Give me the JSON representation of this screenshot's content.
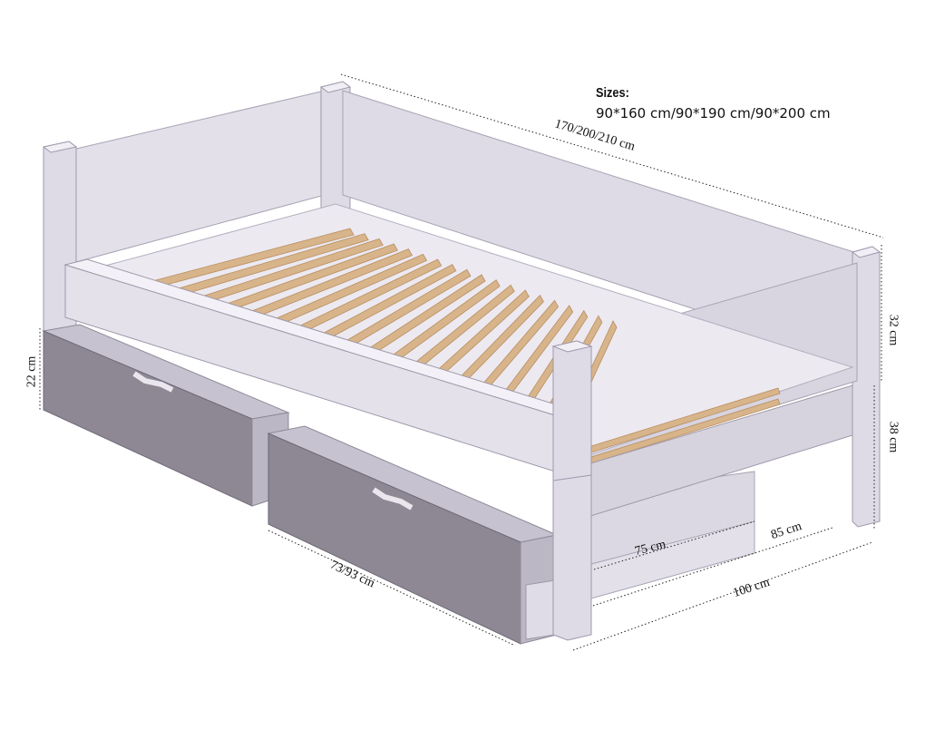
{
  "sizes": {
    "title": "Sizes:",
    "values": "90*160 cm/90*190 cm/90*200 cm"
  },
  "dimensions": {
    "length": "170/200/210 cm",
    "back_height": "32 cm",
    "leg_height": "38 cm",
    "drawer_height": "22 cm",
    "drawer_length": "73/93 cm",
    "drawer_width": "75 cm",
    "inner_width": "85 cm",
    "outer_width": "100 cm"
  },
  "colors": {
    "frame_light": "#e6e3ec",
    "frame_mid": "#d3cfdc",
    "frame_dark": "#bdb8c8",
    "slat": "#d8b48a",
    "slat_edge": "#b88e60",
    "drawer_front": "#8f8a94",
    "drawer_top": "#b7b2bf"
  }
}
